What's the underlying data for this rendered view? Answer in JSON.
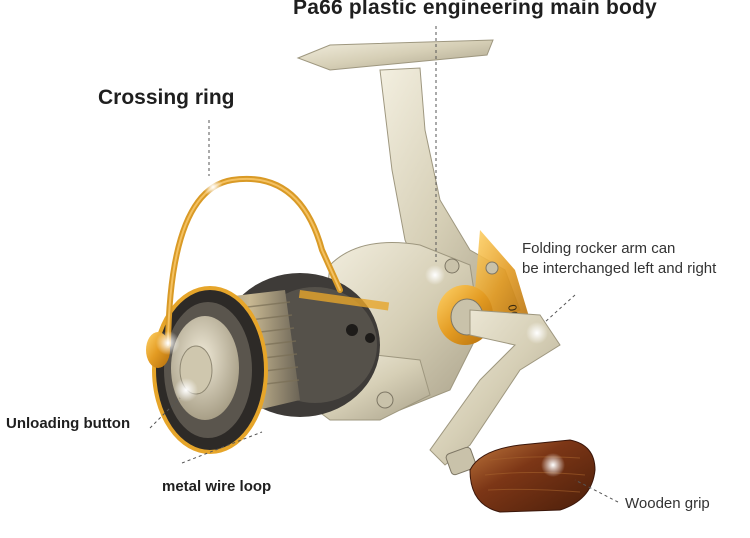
{
  "labels": {
    "main_body": "Pa66 plastic engineering main body",
    "crossing_ring": "Crossing ring",
    "folding_arm_line1": "Folding rocker arm can",
    "folding_arm_line2": "be interchanged left and right",
    "unloading_button": "Unloading button",
    "metal_wire_loop": "metal wire loop",
    "wooden_grip": "Wooden grip"
  },
  "colors": {
    "body_champagne": "#d8d2bc",
    "gold_accent": "#e6a52a",
    "spool_dark": "#3e3b38",
    "wood_grip": "#7a3a1a"
  }
}
